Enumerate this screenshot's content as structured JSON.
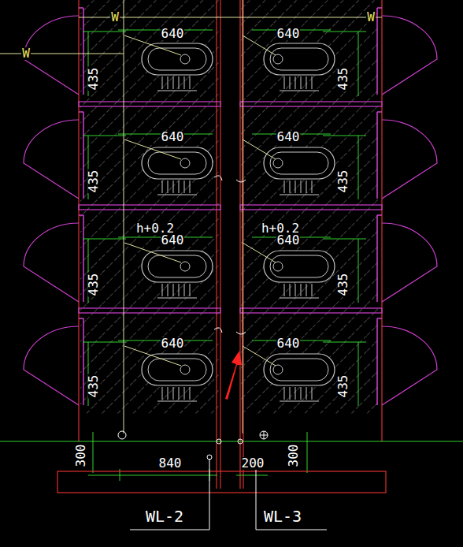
{
  "diagram": {
    "labels": [
      "W",
      "W",
      "W",
      "640",
      "640",
      "435",
      "435",
      "640",
      "640",
      "435",
      "435",
      "h+0.2",
      "h+0.2",
      "640",
      "640",
      "435",
      "435",
      "640",
      "640",
      "435",
      "435",
      "300",
      "300",
      "840",
      "200",
      "WL-2",
      "WL-3"
    ]
  }
}
